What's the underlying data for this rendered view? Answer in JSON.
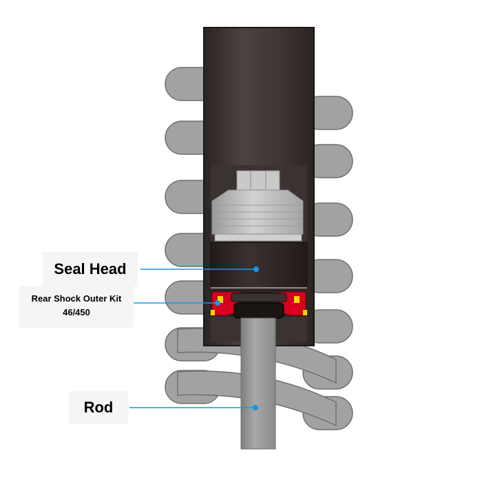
{
  "labels": {
    "seal_head": "Seal Head",
    "kit_line1": "Rear Shock Outer Kit",
    "kit_line2": "46/450",
    "rod": "Rod"
  },
  "colors": {
    "spring": "#a2a2a2",
    "spring_edge": "#6e6e6e",
    "body": "#3d3634",
    "seal_head": "#2e2624",
    "piston": "#bdbdbd",
    "seal_red": "#d8001f",
    "seal_yellow": "#f6d800",
    "rod": "#9b9b9b",
    "leader": "#1596e8"
  },
  "icons": {
    "spring": "coil-spring",
    "leader": "leader-line-dot"
  }
}
